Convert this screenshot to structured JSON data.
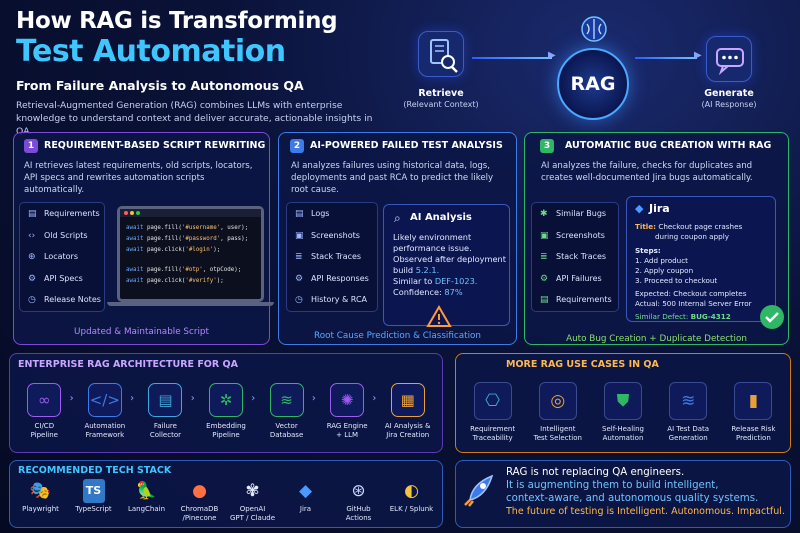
{
  "header": {
    "title_line1": "How RAG is Transforming",
    "title_line2": "Test Automation",
    "subtitle": "From Failure Analysis to Autonomous QA",
    "description": "Retrieval-Augmented Generation (RAG) combines LLMs with enterprise knowledge to understand context and deliver accurate, actionable insights in QA."
  },
  "hero": {
    "retrieve_label": "Retrieve",
    "retrieve_sub": "(Relevant Context)",
    "rag_label": "RAG",
    "generate_label": "Generate",
    "generate_sub": "(AI Response)"
  },
  "card1": {
    "number": "1",
    "title": "REQUIREMENT-BASED SCRIPT REWRITING",
    "description": "AI retrieves latest requirements, old scripts, locators, API specs and rewrites automation scripts automatically.",
    "items": [
      "Requirements",
      "Old Scripts",
      "Locators",
      "API Specs",
      "Release Notes"
    ],
    "code_lines": [
      {
        "kw": "await",
        "fn": " page.fill(",
        "arg": "'#username'",
        "rest": ", user);"
      },
      {
        "kw": "await",
        "fn": " page.fill(",
        "arg": "'#password'",
        "rest": ", pass);"
      },
      {
        "kw": "await",
        "fn": " page.click(",
        "arg": "'#login'",
        "rest": ");"
      },
      {
        "kw": "await",
        "fn": " page.fill(",
        "arg": "'#otp'",
        "rest": ", otpCode);"
      },
      {
        "kw": "await",
        "fn": " page.click(",
        "arg": "'#verify'",
        "rest": ");"
      }
    ],
    "caption": "Updated & Maintainable Script",
    "color": "#7b4bd8"
  },
  "card2": {
    "number": "2",
    "title": "AI-POWERED FAILED TEST ANALYSIS",
    "description": "AI analyzes failures using historical data, logs, deployments and past RCA to predict the likely root cause.",
    "items": [
      "Logs",
      "Screenshots",
      "Stack Traces",
      "API Responses",
      "History & RCA"
    ],
    "ai_title": "AI Analysis",
    "ai_l1": "Likely environment",
    "ai_l2": "performance issue.",
    "ai_l3": "Observed after deployment",
    "ai_l4": "build",
    "ai_build": "5.2.1.",
    "ai_l5": "Similar to",
    "ai_defect": "DEF-1023.",
    "ai_l6": "Confidence:",
    "ai_conf": "87%",
    "caption": "Root Cause Prediction & Classification",
    "color": "#3c7be8"
  },
  "card3": {
    "number": "3",
    "title": "AUTOMATIIC BUG CREATION WITH RAG",
    "description": "AI analyzes the failure, checks for duplicates and creates well-documented Jira bugs automatically.",
    "items": [
      "Similar Bugs",
      "Screenshots",
      "Stack Traces",
      "API Failures",
      "Requirements"
    ],
    "jira_name": "Jira",
    "jira_title_label": "Title:",
    "jira_title_1": "Checkout page crashes",
    "jira_title_2": "during coupon apply",
    "steps_label": "Steps:",
    "step1": "1. Add product",
    "step2": "2. Apply coupon",
    "step3": "3. Proceed to checkout",
    "expected": "Expected: Checkout completes",
    "actual": "Actual: 500 Internal Server Error",
    "similar_label": "Similar Defect:",
    "similar_defect": "BUG-4312",
    "caption": "Auto Bug Creation + Duplicate Detection",
    "color": "#2fb765"
  },
  "architecture": {
    "title": "ENTERPRISE RAG ARCHITECTURE FOR QA",
    "steps": [
      {
        "l1": "CI/CD",
        "l2": "Pipeline",
        "icon": "infinity-icon",
        "glyph": "∞",
        "color": "#9b5cf0"
      },
      {
        "l1": "Automation",
        "l2": "Framework",
        "icon": "code-icon",
        "glyph": "</>",
        "color": "#3c7be8"
      },
      {
        "l1": "Failure",
        "l2": "Collector",
        "icon": "document-icon",
        "glyph": "▤",
        "color": "#3fa8d8"
      },
      {
        "l1": "Embedding",
        "l2": "Pipeline",
        "icon": "network-icon",
        "glyph": "✲",
        "color": "#2fb765"
      },
      {
        "l1": "Vector",
        "l2": "Database",
        "icon": "database-icon",
        "glyph": "≋",
        "color": "#2fb765"
      },
      {
        "l1": "RAG Engine",
        "l2": "+ LLM",
        "icon": "brain-icon",
        "glyph": "✺",
        "color": "#9b5cf0"
      },
      {
        "l1": "AI Analysis &",
        "l2": "Jira Creation",
        "icon": "clipboard-icon",
        "glyph": "▦",
        "color": "#e8a13a"
      }
    ]
  },
  "more_use_cases": {
    "title": "MORE RAG USE CASES IN QA",
    "items": [
      {
        "l1": "Requirement",
        "l2": "Traceability",
        "icon": "traceability-icon",
        "glyph": "⎔"
      },
      {
        "l1": "Intelligent",
        "l2": "Test Selection",
        "icon": "target-icon",
        "glyph": "◎"
      },
      {
        "l1": "Self-Healing",
        "l2": "Automation",
        "icon": "shield-icon",
        "glyph": "⛊"
      },
      {
        "l1": "AI Test Data",
        "l2": "Generation",
        "icon": "database-icon",
        "glyph": "≋"
      },
      {
        "l1": "Release Risk",
        "l2": "Prediction",
        "icon": "bar-chart-icon",
        "glyph": "▮"
      }
    ]
  },
  "tech_stack": {
    "title": "RECOMMENDED TECH STACK",
    "items": [
      {
        "l1": "Playwright",
        "l2": "",
        "icon": "playwright-icon",
        "glyph": "🎭"
      },
      {
        "l1": "TypeScript",
        "l2": "",
        "icon": "typescript-icon",
        "glyph": "TS"
      },
      {
        "l1": "LangChain",
        "l2": "",
        "icon": "langchain-icon",
        "glyph": "🦜"
      },
      {
        "l1": "ChromaDB",
        "l2": "/Pinecone",
        "icon": "chromadb-icon",
        "glyph": "●"
      },
      {
        "l1": "OpenAI",
        "l2": "GPT / Claude",
        "icon": "openai-icon",
        "glyph": "✾"
      },
      {
        "l1": "Jira",
        "l2": "",
        "icon": "jira-icon",
        "glyph": "◆"
      },
      {
        "l1": "GitHub",
        "l2": "Actions",
        "icon": "github-icon",
        "glyph": "⊛"
      },
      {
        "l1": "ELK / Splunk",
        "l2": "",
        "icon": "elk-icon",
        "glyph": "◐"
      }
    ]
  },
  "quote": {
    "line1": "RAG is not replacing QA engineers.",
    "line2": "It is augmenting them to build intelligent,",
    "line3": "context-aware, and autonomous quality systems.",
    "line4": "The future of testing is Intelligent. Autonomous. Impactful."
  }
}
